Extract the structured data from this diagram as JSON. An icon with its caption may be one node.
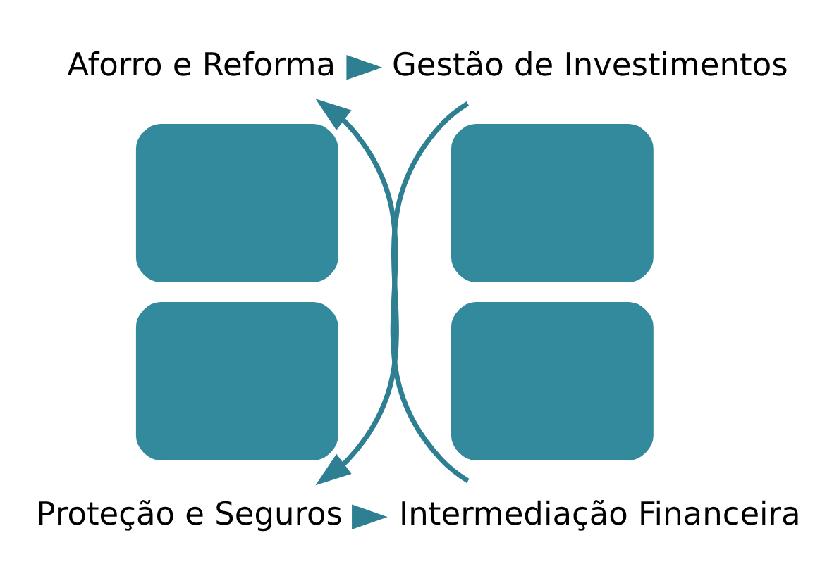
{
  "diagram": {
    "nodes": [
      {
        "text": [
          "Aforro e Reforma"
        ]
      },
      {
        "text": [
          "Gestão de Investimentos"
        ]
      },
      {
        "text": [
          "Proteção e Seguros"
        ]
      },
      {
        "text": [
          "Intermediação Financeira"
        ]
      },
      {
        "text": [],
        "shape": "sector"
      },
      {
        "text": [],
        "shape": "sector"
      },
      {
        "text": [],
        "shape": "sector"
      },
      {
        "text": [],
        "shape": "sector"
      }
    ],
    "edges": [
      {
        "from": 0,
        "to": 1,
        "arrow": "to"
      },
      {
        "from": 1,
        "to": 2,
        "arrow": "to"
      },
      {
        "from": 2,
        "to": 3,
        "arrow": "to"
      },
      {
        "from": 3,
        "to": 0,
        "arrow": "to"
      }
    ]
  }
}
